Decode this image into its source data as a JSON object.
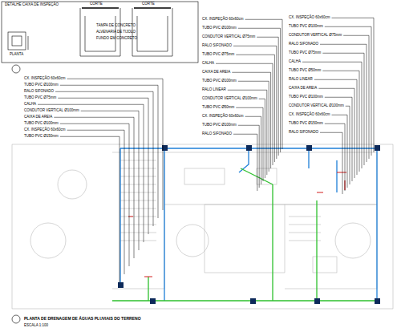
{
  "diagram": {
    "title": "PLANTA DE DRENAGEM DE ÁGUAS PLUVIAIS DO TERRENO",
    "labels": [
      "DETALHE CAIXA DE INSPEÇÃO",
      "PLANTA",
      "CORTE",
      "CORTE",
      "TAMPA DE CONCRETO",
      "ALVENARIA DE TIJOLO",
      "FUNDO EM CONCRETO",
      "ESCALA 1:100",
      "CX. INSPEÇÃO 60x60cm",
      "TUBO PVC Ø100mm",
      "RALO SIFONADO",
      "TUBO PVC Ø75mm",
      "CALHA",
      "CONDUTOR VERTICAL Ø100mm",
      "CAIXA DE AREIA",
      "TUBO PVC Ø100mm",
      "CX. INSPEÇÃO 60x60cm",
      "TUBO PVC Ø150mm",
      "CX. INSPEÇÃO 60x60cm",
      "TUBO PVC Ø100mm",
      "CONDUTOR VERTICAL Ø75mm",
      "RALO SIFONADO",
      "TUBO PVC Ø75mm",
      "CALHA",
      "CAIXA DE AREIA",
      "TUBO PVC Ø100mm",
      "RALO LINEAR",
      "CONDUTOR VERTICAL Ø100mm",
      "TUBO PVC Ø50mm",
      "CX. INSPEÇÃO 60x60cm",
      "TUBO PVC Ø100mm",
      "RALO SIFONADO",
      "CX. INSPEÇÃO 60x60cm",
      "TUBO PVC Ø100mm",
      "CONDUTOR VERTICAL Ø75mm",
      "RALO SIFONADO",
      "TUBO PVC Ø75mm",
      "CALHA",
      "TUBO PVC Ø50mm",
      "RALO LINEAR",
      "CAIXA DE AREIA",
      "TUBO PVC Ø100mm",
      "CONDUTOR VERTICAL Ø100mm",
      "CX. INSPEÇÃO 60x60cm",
      "TUBO PVC Ø150mm",
      "RALO SIFONADO"
    ]
  }
}
